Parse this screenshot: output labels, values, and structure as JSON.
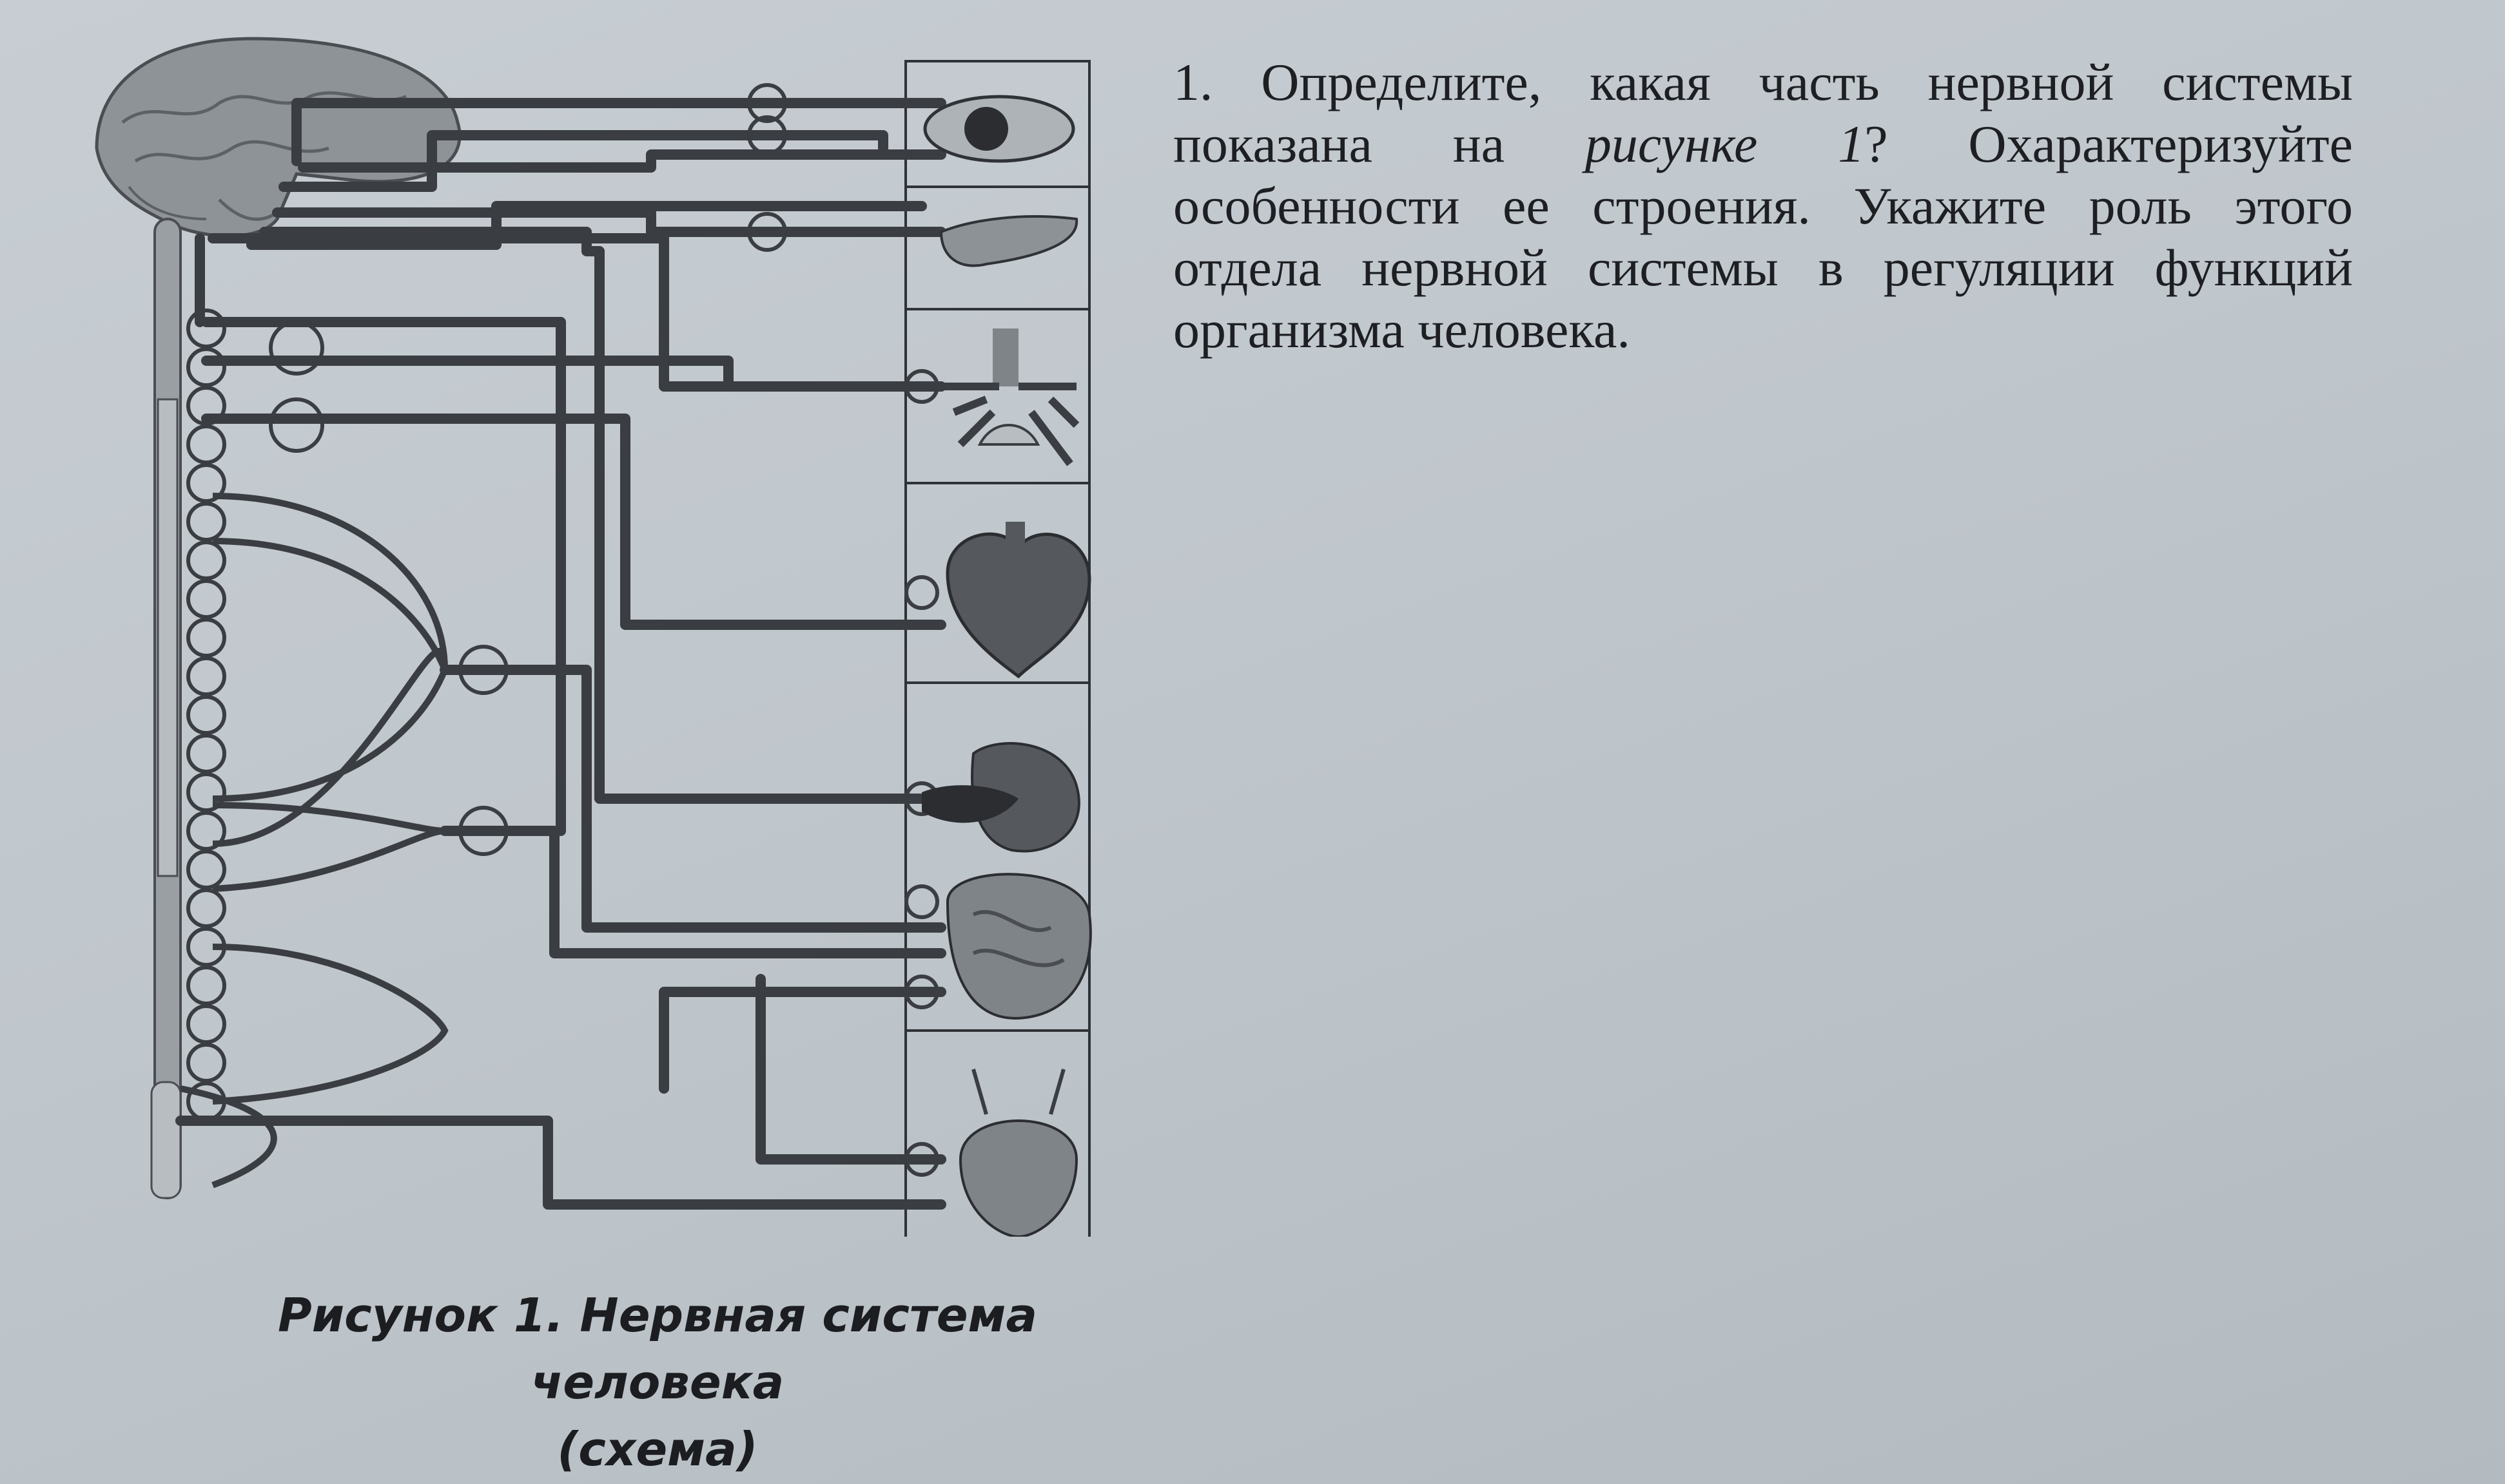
{
  "question": {
    "number": "1.",
    "part1": "Определите, какая часть нервной системы показана на",
    "figure_ref": "рисунке 1",
    "part2": "? Охарактеризуйте особенности ее строения. Укажите роль этого отдела нервной системы в регуляции функций организма человека."
  },
  "figure": {
    "caption_line1": "Рисунок 1. Нервная система человека",
    "caption_line2": "(схема)",
    "organs": [
      "eye-icon",
      "gland-icon",
      "lungs-icon",
      "heart-icon",
      "stomach-icon",
      "intestine-icon",
      "bladder-icon"
    ],
    "ink_color": "#3a3d42",
    "paper_color": "#c4cad0"
  }
}
